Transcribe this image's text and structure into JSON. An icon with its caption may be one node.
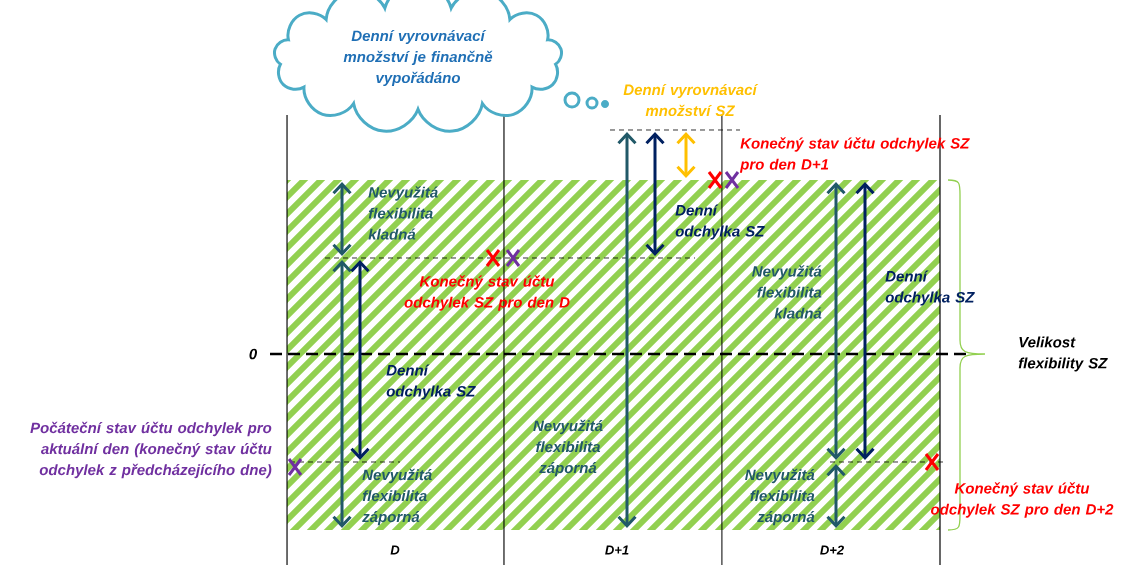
{
  "diagram": {
    "nodes": [
      {
        "text": [
          "Denní vyrovnávací množství je finančně vypořádáno"
        ]
      }
    ],
    "labels": [
      "Denní vyrovnávací množství SZ",
      "Konečný stav účtu odchylek SZ pro den D+1",
      "Nevyužitá flexibilita kladná",
      "Denní odchylka SZ",
      "Konečný stav účtu odchylek SZ pro den D",
      "Nevyužitá flexibilita kladná",
      "Denní odchylka SZ",
      "0",
      "Velikost flexibility SZ",
      "Denní odchylka SZ",
      "Počáteční stav účtu odchylek pro aktuální den (konečný stav účtu odchylek z předcházejícího dne)",
      "Nevyužitá flexibilita záporná",
      "Nevyužitá flexibilita záporná",
      "Nevyužitá flexibilita záporná",
      "Konečný stav účtu odchylek SZ pro den D+2",
      "D",
      "D+1",
      "D+2"
    ]
  }
}
